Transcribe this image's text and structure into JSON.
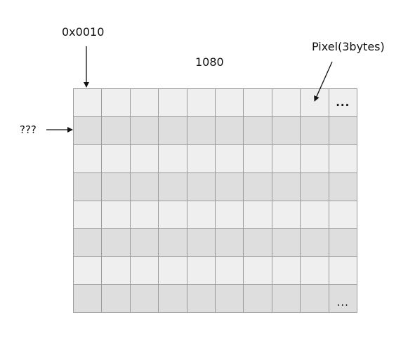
{
  "labels": {
    "address": "0x0010",
    "width": "1080",
    "pixel": "Pixel(3bytes)",
    "row": "???"
  },
  "grid": {
    "columns": 10,
    "rows": 8,
    "ellipsis_top": "...",
    "ellipsis_bottom": "...",
    "colors": {
      "light_row": "#efefef",
      "dark_row": "#dedede",
      "border": "#9a9a9a"
    }
  }
}
